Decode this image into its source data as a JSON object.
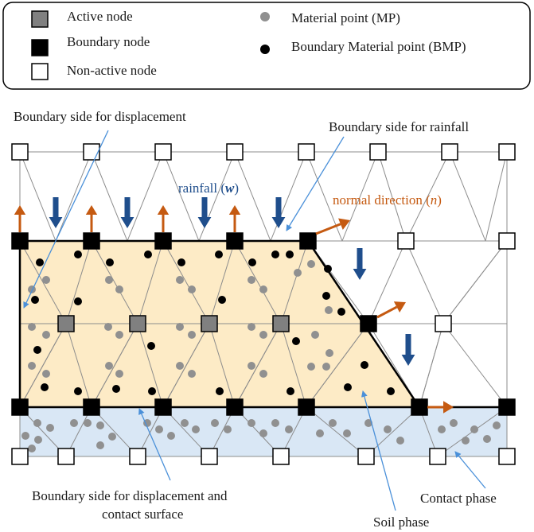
{
  "legend": {
    "active_node": "Active node",
    "boundary_node": "Boundary node",
    "non_active_node": "Non-active node",
    "material_point": "Material point (MP)",
    "boundary_material_point": "Boundary Material point (BMP)"
  },
  "annotations": {
    "boundary_displacement": "Boundary side for displacement",
    "boundary_rainfall": "Boundary side for rainfall",
    "rainfall_prefix": "rainfall (",
    "rainfall_symbol": "w",
    "rainfall_suffix": ")",
    "normal_prefix": "normal direction (",
    "normal_symbol": "n",
    "normal_suffix": ")",
    "boundary_contact_line1": "Boundary side for displacement and",
    "boundary_contact_line2": "contact surface",
    "soil_phase": "Soil phase",
    "contact_phase": "Contact phase"
  },
  "colors": {
    "soil_fill": "#fdebc6",
    "contact_fill": "#d9e7f5",
    "mesh_line": "#8c8c8c",
    "active_node": "#808080",
    "boundary_node": "#000000",
    "material_point": "#909090",
    "boundary_material_point": "#000000",
    "rainfall_arrow": "#1f4e8c",
    "normal_arrow": "#c55a11",
    "pointer_line": "#4a90d9"
  }
}
